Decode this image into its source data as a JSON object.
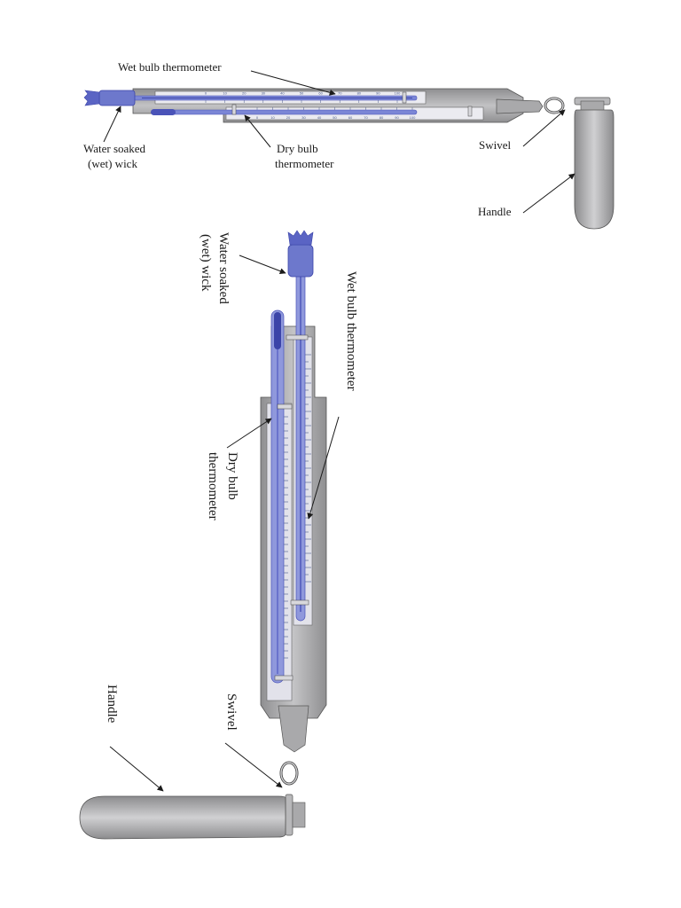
{
  "top_view": {
    "wet_bulb_label": "Wet bulb thermometer",
    "wick_label_line1": "Water soaked",
    "wick_label_line2": "(wet) wick",
    "dry_bulb_label_line1": "Dry bulb",
    "dry_bulb_label_line2": "thermometer",
    "swivel_label": "Swivel",
    "handle_label": "Handle",
    "wet_scale": [
      "0",
      "10",
      "20",
      "30",
      "40",
      "50",
      "60",
      "70",
      "80",
      "90",
      "100"
    ],
    "dry_scale": [
      "0",
      "10",
      "20",
      "30",
      "40",
      "50",
      "60",
      "70",
      "80",
      "90",
      "100"
    ]
  },
  "bottom_view": {
    "wick_label_line1": "Water soaked",
    "wick_label_line2": "(wet) wick",
    "wet_bulb_label": "Wet bulb thermometer",
    "dry_bulb_label_line1": "Dry bulb",
    "dry_bulb_label_line2": "thermometer",
    "swivel_label": "Swivel",
    "handle_label": "Handle"
  },
  "colors": {
    "body_gray": "#a9a9ab",
    "tube_blue": "#7b86d6",
    "bulb_blue": "#4a53b8",
    "panel_light": "#e2e2ea"
  }
}
